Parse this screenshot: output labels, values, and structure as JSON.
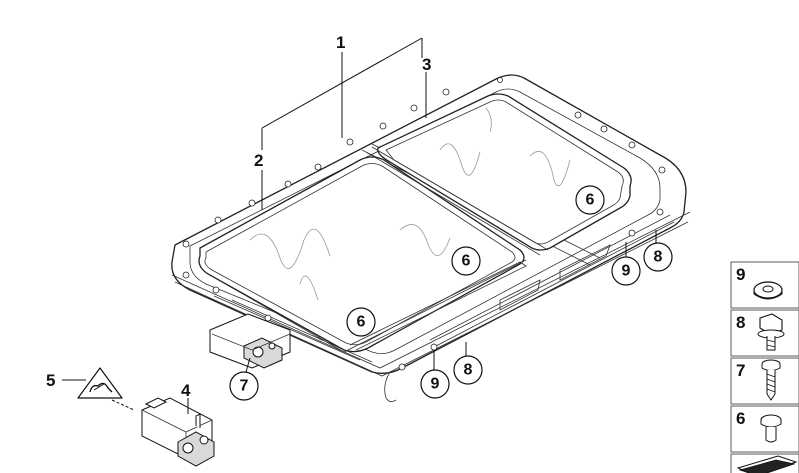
{
  "callouts": {
    "c1": "1",
    "c2": "2",
    "c3": "3",
    "c4": "4",
    "c5": "5",
    "c6a": "6",
    "c6b": "6",
    "c6c": "6",
    "c7": "7",
    "c8a": "8",
    "c8b": "8",
    "c9a": "9",
    "c9b": "9"
  },
  "legend": {
    "items": [
      {
        "number": "9",
        "icon": "washer-icon"
      },
      {
        "number": "8",
        "icon": "hex-bolt-icon"
      },
      {
        "number": "7",
        "icon": "screw-icon"
      },
      {
        "number": "6",
        "icon": "rivet-icon"
      },
      {
        "number": "",
        "icon": "shim-icon"
      }
    ]
  }
}
